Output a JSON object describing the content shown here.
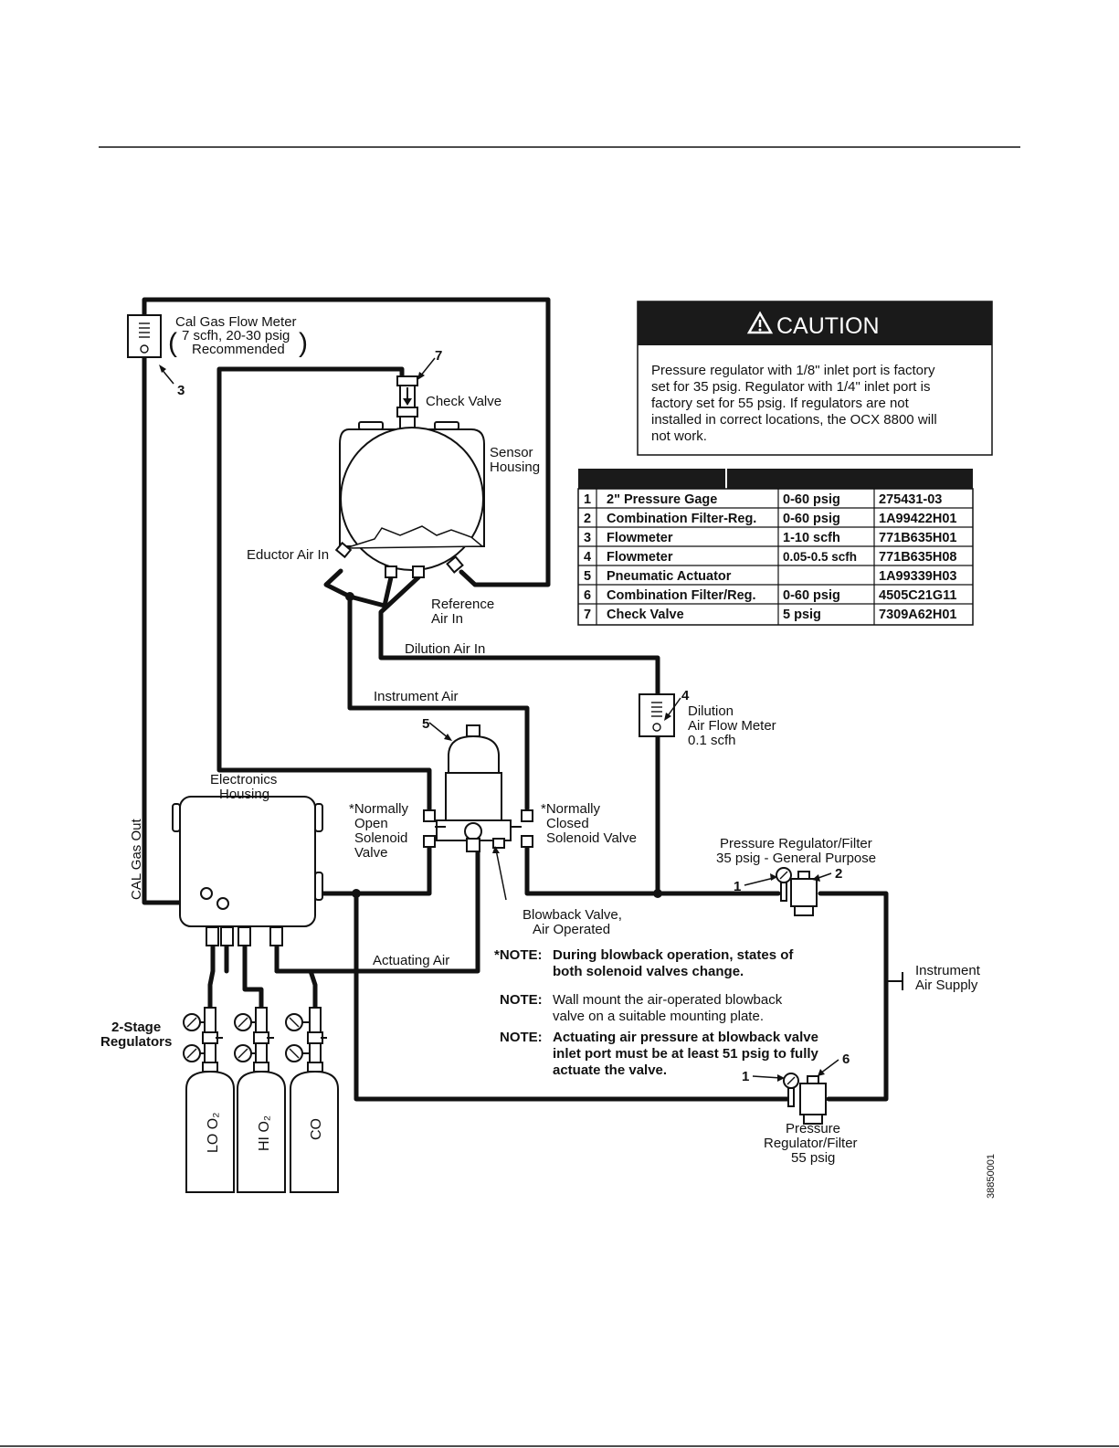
{
  "labels": {
    "cal_flow_meter": [
      "Cal Gas Flow Meter",
      "7 scfh, 20-30 psig",
      "Recommended"
    ],
    "check_valve": "Check Valve",
    "sensor_housing": [
      "Sensor",
      "Housing"
    ],
    "eductor_air_in": "Eductor Air In",
    "reference_air_in": [
      "Reference",
      "Air In"
    ],
    "dilution_air_in": "Dilution Air In",
    "instrument_air": "Instrument Air",
    "dilution_flow_meter": [
      "Dilution",
      "Air Flow Meter",
      "0.1  scfh"
    ],
    "electronics_housing": [
      "Electronics",
      "Housing"
    ],
    "normally_open": [
      "*Normally",
      "Open",
      "Solenoid",
      "Valve"
    ],
    "normally_closed": [
      "*Normally",
      "Closed",
      "Solenoid Valve"
    ],
    "cal_gas_out": "CAL Gas Out",
    "blowback_valve": [
      "Blowback Valve,",
      "Air Operated"
    ],
    "actuating_air": "Actuating Air",
    "regulator_35": [
      "Pressure Regulator/Filter",
      "35 psig - General Purpose"
    ],
    "instrument_air_supply": [
      "Instrument",
      "Air Supply"
    ],
    "two_stage_regulators": [
      "2-Stage",
      "Regulators"
    ],
    "regulator_55": [
      "Pressure",
      "Regulator/Filter",
      "55 psig"
    ],
    "cylinders": [
      "LO O₂",
      "HI O₂",
      "CO"
    ],
    "drawing_number": "38850001"
  },
  "callouts": [
    "1",
    "2",
    "3",
    "4",
    "5",
    "6",
    "7",
    "1"
  ],
  "notes": [
    {
      "prefix": "*NOTE:",
      "lines": [
        "During blowback operation, states of",
        "both solenoid valves change."
      ]
    },
    {
      "prefix": "NOTE:",
      "lines": [
        "Wall mount the air-operated blowback",
        "valve on a suitable mounting plate."
      ]
    },
    {
      "prefix": "NOTE:",
      "lines": [
        "Actuating air pressure at blowback valve",
        "inlet port must be at least 51 psig to fully",
        "actuate the valve."
      ]
    }
  ],
  "caution": {
    "title": "CAUTION",
    "lines": [
      "Pressure regulator with 1/8\" inlet port is factory",
      "set for 35 psig. Regulator with 1/4\" inlet port is",
      "factory set for 55 psig. If regulators are not",
      "installed in correct locations, the OCX 8800 will",
      "not work."
    ]
  },
  "parts_table": [
    {
      "num": "1",
      "desc": "2\" Pressure Gage",
      "range": "0-60 psig",
      "part": "275431-03"
    },
    {
      "num": "2",
      "desc": "Combination Filter-Reg.",
      "range": "0-60 psig",
      "part": "1A99422H01"
    },
    {
      "num": "3",
      "desc": "Flowmeter",
      "range": "1-10 scfh",
      "part": "771B635H01"
    },
    {
      "num": "4",
      "desc": "Flowmeter",
      "range": "0.05-0.5 scfh",
      "part": "771B635H08"
    },
    {
      "num": "5",
      "desc": "Pneumatic Actuator",
      "range": "",
      "part": "1A99339H03"
    },
    {
      "num": "6",
      "desc": "Combination Filter/Reg.",
      "range": "0-60 psig",
      "part": "4505C21G11"
    },
    {
      "num": "7",
      "desc": "Check Valve",
      "range": "5 psig",
      "part": "7309A62H01"
    }
  ]
}
